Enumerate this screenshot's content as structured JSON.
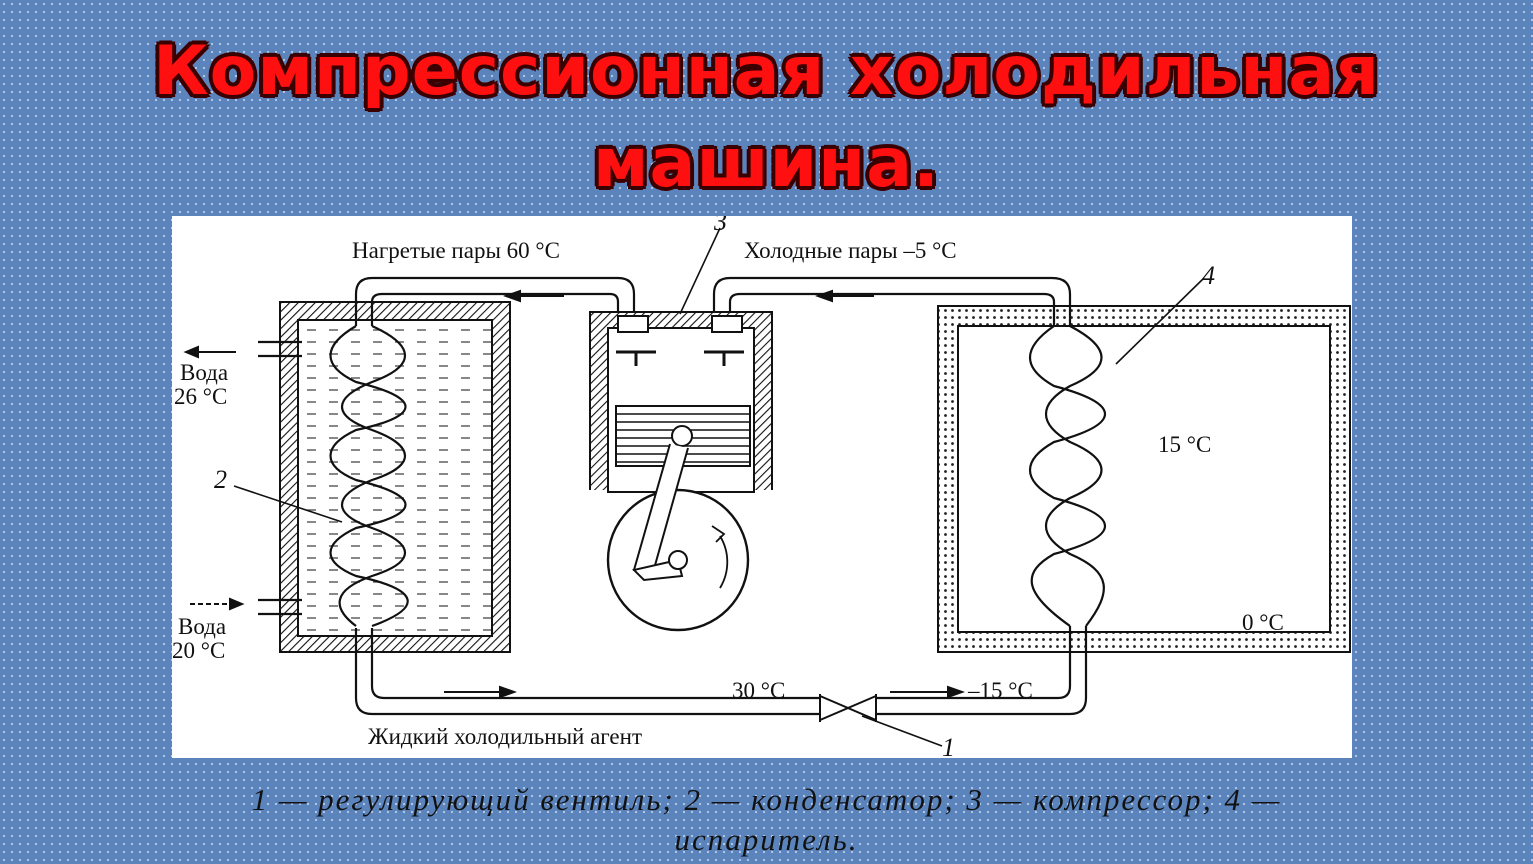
{
  "title": {
    "line1": "Компрессионная холодильная",
    "line2": "машина."
  },
  "diagram": {
    "hot_vapor": "Нагретые пары 60 °С",
    "cold_vapor": "Холодные пары –5 °С",
    "water_out_label": "Вода",
    "water_out_temp": "26 °С",
    "water_in_label": "Вода",
    "water_in_temp": "20 °С",
    "chamber_temp_top": "15 °С",
    "chamber_temp_bottom": "0 °С",
    "liquid_temp": "30 °С",
    "after_valve_temp": "–15 °С",
    "liquid_agent": "Жидкий холодильный агент",
    "marker_1": "1",
    "marker_2": "2",
    "marker_3": "3",
    "marker_4": "4"
  },
  "caption": {
    "line1": "1 — регулирующий вентиль; 2 — конденсатор; 3 — компрессор; 4 —",
    "line2": "испаритель."
  },
  "colors": {
    "background": "#5b84bd",
    "title": "#ff1010"
  }
}
